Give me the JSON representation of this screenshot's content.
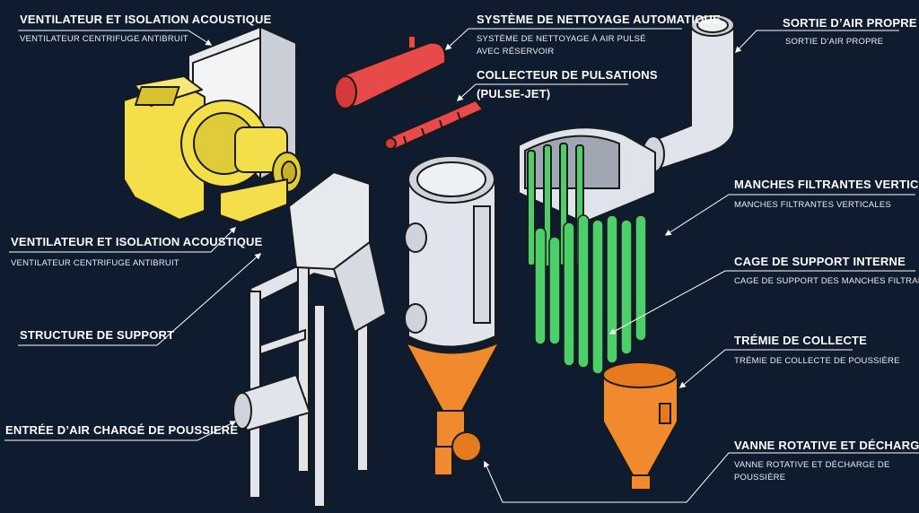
{
  "colors": {
    "background": "#0f1b2e",
    "fan": "#f2df4a",
    "nozzle_system": "#e84a4a",
    "filter_bags": "#4ccf6a",
    "hopper": "#f08a2e",
    "steel": "#dfe3ea",
    "line": "#ffffff"
  },
  "labels": {
    "fan_top": {
      "title": "VENTILATEUR ET ISOLATION ACOUSTIQUE",
      "sub": "VENTILATEUR CENTRIFUGE ANTIBRUIT"
    },
    "fan_mid": {
      "title": "VENTILATEUR ET ISOLATION ACOUSTIQUE",
      "sub": "VENTILATEUR CENTRIFUGE ANTIBRUIT"
    },
    "support": {
      "title": "STRUCTURE DE SUPPORT"
    },
    "inlet": {
      "title": "ENTRÉE D’AIR CHARGÉ DE POUSSIERE"
    },
    "cleaning": {
      "title": "SYSTÈME DE NETTOYAGE AUTOMATIQUE",
      "sub1": "SYSTÈME DE NETTOYAGE À AIR PULSÉ",
      "sub2": "AVEC RÉSERVOIR"
    },
    "manifold": {
      "title1": "COLLECTEUR DE PULSATIONS",
      "title2": "(PULSE-JET)"
    },
    "outlet": {
      "title": "SORTIE D’AIR PROPRE",
      "sub": "SORTIE D’AIR PROPRE"
    },
    "bags": {
      "title": "MANCHES FILTRANTES VERTICALES",
      "sub": "MANCHES FILTRANTES VERTICALES"
    },
    "cage": {
      "title": "CAGE DE SUPPORT INTERNE",
      "sub": "CAGE DE SUPPORT DES MANCHES FILTRANTES"
    },
    "hopper": {
      "title": "TRÉMIE DE COLLECTE",
      "sub": "TRÉMIE DE COLLECTE DE POUSSIÈRE"
    },
    "valve": {
      "title": "VANNE ROTATIVE ET DÉCHARGE",
      "sub1": "VANNE ROTATIVE ET DÉCHARGE DE",
      "sub2": "POUSSIÈRE"
    }
  }
}
